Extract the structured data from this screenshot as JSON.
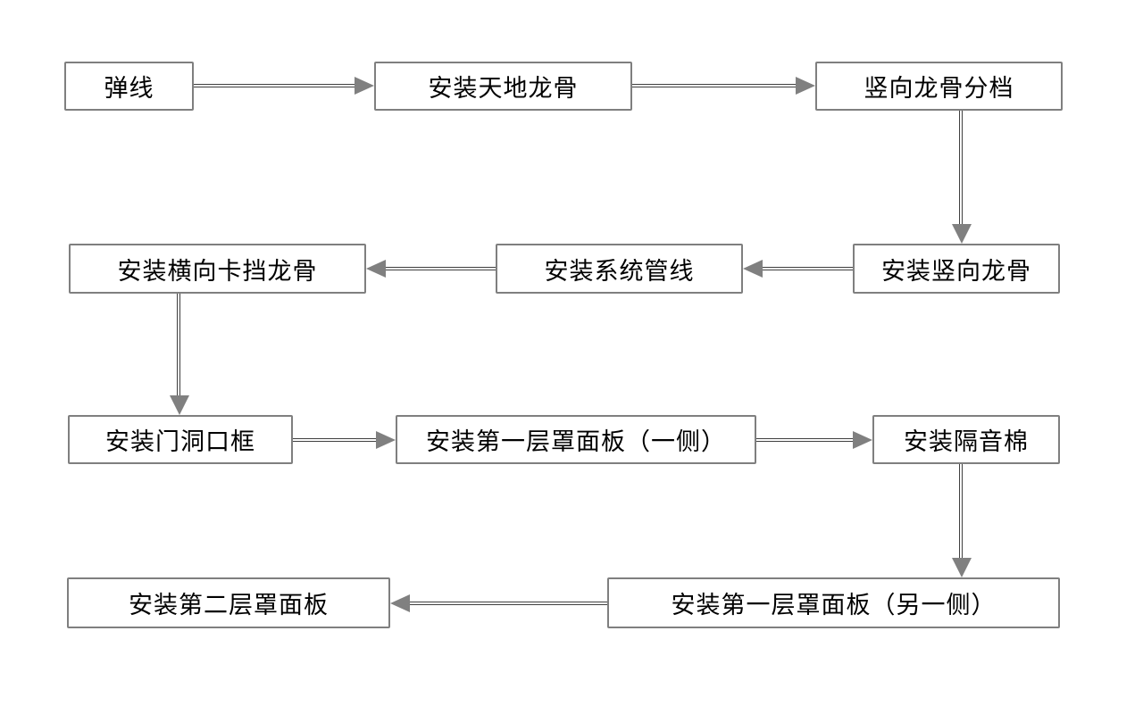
{
  "flowchart": {
    "description": "Partition wall keel installation process flowchart",
    "colors": {
      "background": "#ffffff",
      "box_border": "#7f7f7f",
      "box_fill": "#ffffff",
      "text": "#000000",
      "connector_line": "#3f3f3f",
      "arrowhead": "#808080"
    },
    "nodes": [
      {
        "id": "snap-line",
        "label": "弹线"
      },
      {
        "id": "install-ceiling-floor-keel",
        "label": "安装天地龙骨"
      },
      {
        "id": "vertical-keel-spacing",
        "label": "竖向龙骨分档"
      },
      {
        "id": "install-vertical-keel",
        "label": "安装竖向龙骨"
      },
      {
        "id": "install-system-pipelines",
        "label": "安装系统管线"
      },
      {
        "id": "install-horizontal-blocking-keel",
        "label": "安装横向卡挡龙骨"
      },
      {
        "id": "install-door-opening-frame",
        "label": "安装门洞口框"
      },
      {
        "id": "install-first-layer-panel-one-side",
        "label": "安装第一层罩面板（一侧）"
      },
      {
        "id": "install-sound-insulation-cotton",
        "label": "安装隔音棉"
      },
      {
        "id": "install-first-layer-panel-other-side",
        "label": "安装第一层罩面板（另一侧）"
      },
      {
        "id": "install-second-layer-panel",
        "label": "安装第二层罩面板"
      }
    ],
    "edges": [
      {
        "from": "弹线",
        "to": "安装天地龙骨",
        "direction": "right"
      },
      {
        "from": "安装天地龙骨",
        "to": "竖向龙骨分档",
        "direction": "right"
      },
      {
        "from": "竖向龙骨分档",
        "to": "安装竖向龙骨",
        "direction": "down"
      },
      {
        "from": "安装竖向龙骨",
        "to": "安装系统管线",
        "direction": "left"
      },
      {
        "from": "安装系统管线",
        "to": "安装横向卡挡龙骨",
        "direction": "left"
      },
      {
        "from": "安装横向卡挡龙骨",
        "to": "安装门洞口框",
        "direction": "down"
      },
      {
        "from": "安装门洞口框",
        "to": "安装第一层罩面板（一侧）",
        "direction": "right"
      },
      {
        "from": "安装第一层罩面板（一侧）",
        "to": "安装隔音棉",
        "direction": "right"
      },
      {
        "from": "安装隔音棉",
        "to": "安装第一层罩面板（另一侧）",
        "direction": "down"
      },
      {
        "from": "安装第一层罩面板（另一侧）",
        "to": "安装第二层罩面板",
        "direction": "left"
      }
    ]
  }
}
